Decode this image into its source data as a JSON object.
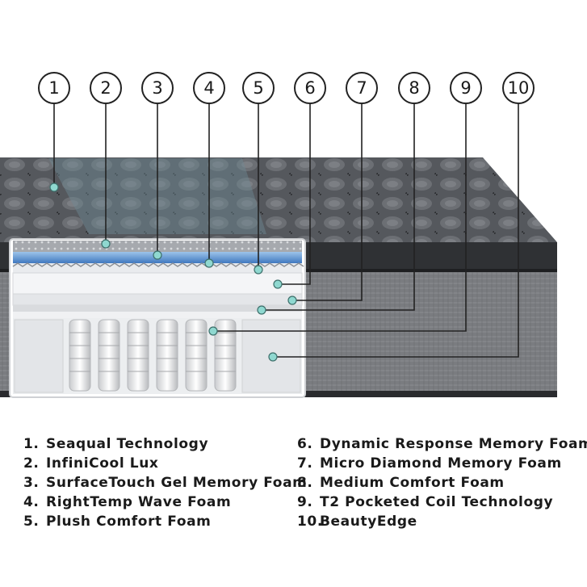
{
  "colors": {
    "accent_dot": "#8fd8d0",
    "leader_line": "#222222",
    "quilt_top": "#5b5e63",
    "side_panel": "#7d7f82",
    "cutaway_bg": "#f2f3f5",
    "blue_layer": "#4f86c6"
  },
  "callouts": [
    "1",
    "2",
    "3",
    "4",
    "5",
    "6",
    "7",
    "8",
    "9",
    "10"
  ],
  "legend": [
    {
      "num": "1.",
      "label": "Seaqual Technology"
    },
    {
      "num": "2.",
      "label": "InfiniCool Lux"
    },
    {
      "num": "3.",
      "label": "SurfaceTouch Gel Memory Foam"
    },
    {
      "num": "4.",
      "label": "RightTemp Wave Foam"
    },
    {
      "num": "5.",
      "label": "Plush Comfort Foam"
    },
    {
      "num": "6.",
      "label": "Dynamic Response Memory Foam"
    },
    {
      "num": "7.",
      "label": "Micro Diamond Memory Foam"
    },
    {
      "num": "8.",
      "label": "Medium Comfort Foam"
    },
    {
      "num": "9.",
      "label": "T2 Pocketed Coil Technology"
    },
    {
      "num": "10.",
      "label": "BeautyEdge"
    }
  ]
}
